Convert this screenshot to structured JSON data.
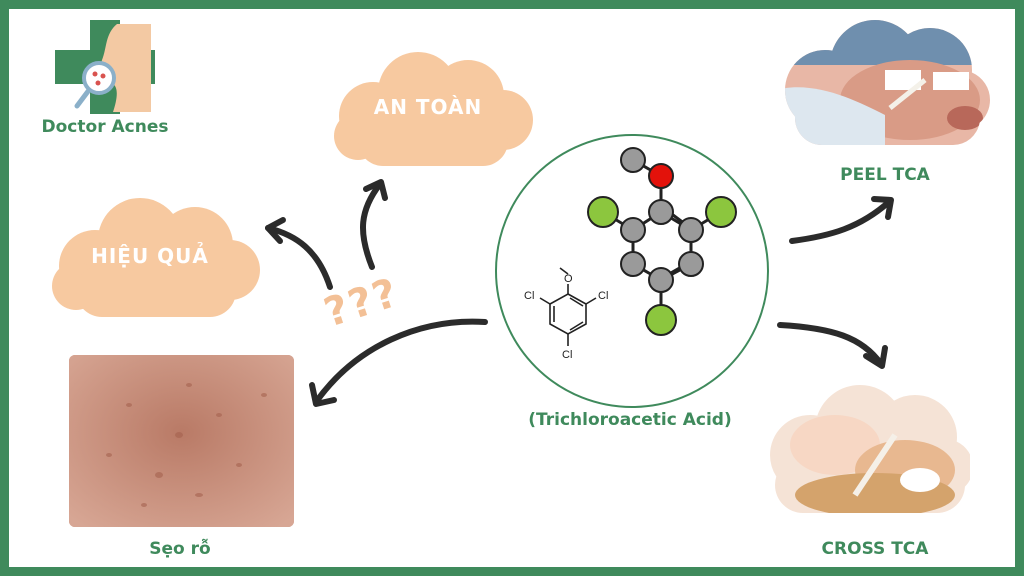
{
  "brand": {
    "name": "Doctor Acnes",
    "logo_icon": "medical-cross-face-magnifier-icon"
  },
  "clouds": {
    "safety_label": "AN TOÀN",
    "effect_label": "HIỆU QUẢ"
  },
  "question_marks": "???",
  "center": {
    "caption": "(Trichloroacetic Acid)",
    "skeletal_labels": {
      "top": "O",
      "left": "Cl",
      "right": "Cl",
      "bottom": "Cl"
    }
  },
  "outputs": {
    "peel_label": "PEEL TCA",
    "cross_label": "CROSS TCA",
    "scar_label": "Sẹo rỗ"
  },
  "colors": {
    "brand_green": "#3f8a5c",
    "cloud": "#f7c9a0",
    "question": "#f3c096",
    "atom_grey": "#9a9a9a",
    "atom_red": "#e3120b",
    "atom_green": "#8cc63e"
  }
}
